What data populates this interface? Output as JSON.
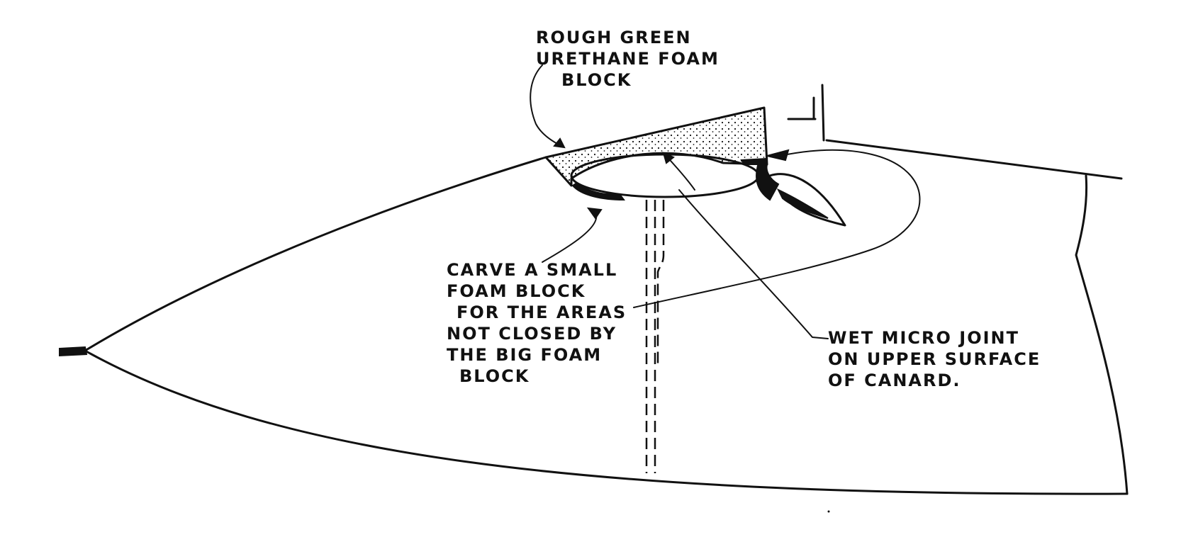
{
  "notes": {
    "foam_block": [
      "ROUGH GREEN",
      "URETHANE FOAM",
      "BLOCK"
    ],
    "carve_block": [
      "CARVE A SMALL",
      "FOAM BLOCK",
      "FOR THE AREAS",
      "NOT CLOSED BY",
      "THE BIG FOAM",
      "BLOCK"
    ],
    "micro_joint": [
      "WET MICRO JOINT",
      "ON UPPER SURFACE",
      "OF CANARD."
    ]
  },
  "colors": {
    "ink": "#111111",
    "paper": "#ffffff"
  }
}
